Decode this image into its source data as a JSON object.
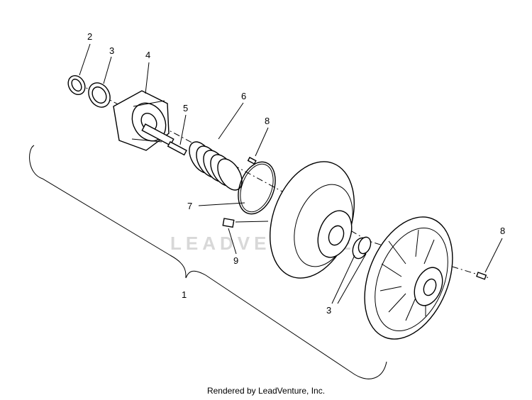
{
  "watermark": "LEADVENTURE",
  "footer": "Rendered by LeadVenture, Inc.",
  "callouts": {
    "c1": "1",
    "c2": "2",
    "c3a": "3",
    "c3b": "3",
    "c4": "4",
    "c5": "5",
    "c6": "6",
    "c7": "7",
    "c8a": "8",
    "c8b": "8",
    "c9": "9"
  }
}
